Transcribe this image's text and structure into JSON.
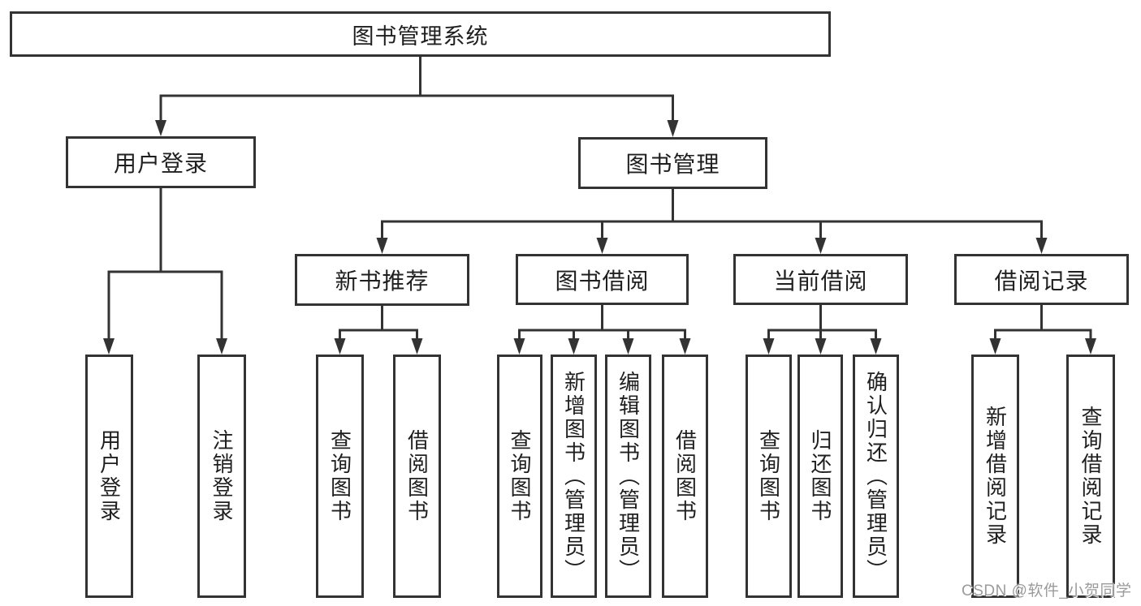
{
  "diagram_type": "hierarchy-tree",
  "colors": {
    "background": "#ffffff",
    "box_border": "#333333",
    "connector_line": "#333333",
    "text": "#1f1f1f",
    "watermark_text": "#9b9b9b"
  },
  "tree": {
    "root": {
      "label": "图书管理系统"
    },
    "level2": [
      {
        "label": "用户登录"
      },
      {
        "label": "图书管理"
      }
    ],
    "level3": [
      {
        "label": "新书推荐",
        "parent": "图书管理"
      },
      {
        "label": "图书借阅",
        "parent": "图书管理"
      },
      {
        "label": "当前借阅",
        "parent": "图书管理"
      },
      {
        "label": "借阅记录",
        "parent": "图书管理"
      }
    ],
    "leaves": [
      {
        "label": "用户登录",
        "parent": "用户登录"
      },
      {
        "label": "注销登录",
        "parent": "用户登录"
      },
      {
        "label": "查询图书",
        "parent": "新书推荐"
      },
      {
        "label": "借阅图书",
        "parent": "新书推荐"
      },
      {
        "label": "查询图书",
        "parent": "图书借阅"
      },
      {
        "label": "新增图书（管理员）",
        "parent": "图书借阅"
      },
      {
        "label": "编辑图书（管理员）",
        "parent": "图书借阅"
      },
      {
        "label": "借阅图书",
        "parent": "图书借阅"
      },
      {
        "label": "查询图书",
        "parent": "当前借阅"
      },
      {
        "label": "归还图书",
        "parent": "当前借阅"
      },
      {
        "label": "确认归还（管理员）",
        "parent": "当前借阅"
      },
      {
        "label": "新增借阅记录",
        "parent": "借阅记录"
      },
      {
        "label": "查询借阅记录",
        "parent": "借阅记录"
      }
    ]
  },
  "watermark": {
    "text": "CSDN @软件_小贺同学"
  }
}
